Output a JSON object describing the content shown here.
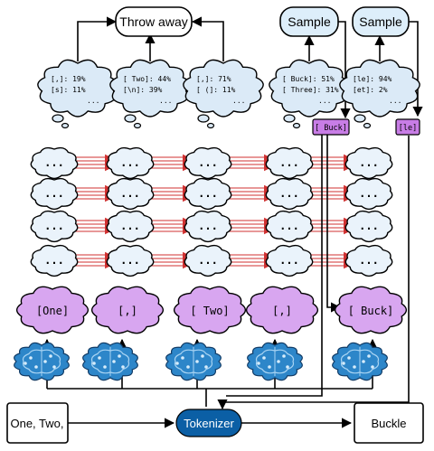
{
  "top_boxes": {
    "throw_away": "Throw away",
    "sample_1": "Sample",
    "sample_2": "Sample"
  },
  "probability_clouds": [
    {
      "lines": [
        "[,]: 19%",
        "[s]: 11%",
        "..."
      ]
    },
    {
      "lines": [
        "[ Two]: 44%",
        "[\\n]:  39%",
        "..."
      ]
    },
    {
      "lines": [
        "[,]:  71%",
        "[ (]: 11%",
        "..."
      ]
    },
    {
      "lines": [
        "[ Buck]: 51%",
        "[ Three]: 31%",
        "..."
      ]
    },
    {
      "lines": [
        "[le]: 94%",
        "[et]: 2%",
        "..."
      ]
    }
  ],
  "sampled_tokens": {
    "token_1": "[ Buck]",
    "token_2": "[le]"
  },
  "hidden_state_label": "...",
  "input_tokens": [
    "[One]",
    "[,]",
    "[ Two]",
    "[,]",
    "[ Buck]"
  ],
  "bottom_row": {
    "input_text": "One, Two,",
    "tokenizer": "Tokenizer",
    "output_text": "Buckle"
  },
  "colors": {
    "cloud_fill": "#dbeaf7",
    "hidden_cloud_fill": "#eaf3fb",
    "token_cloud_fill": "#d8a6f0",
    "token_box_fill": "#c87de6",
    "tokenizer_fill": "#0b5fa5",
    "arrow_red": "#d03030",
    "brain_fill": "#2d86c9"
  }
}
